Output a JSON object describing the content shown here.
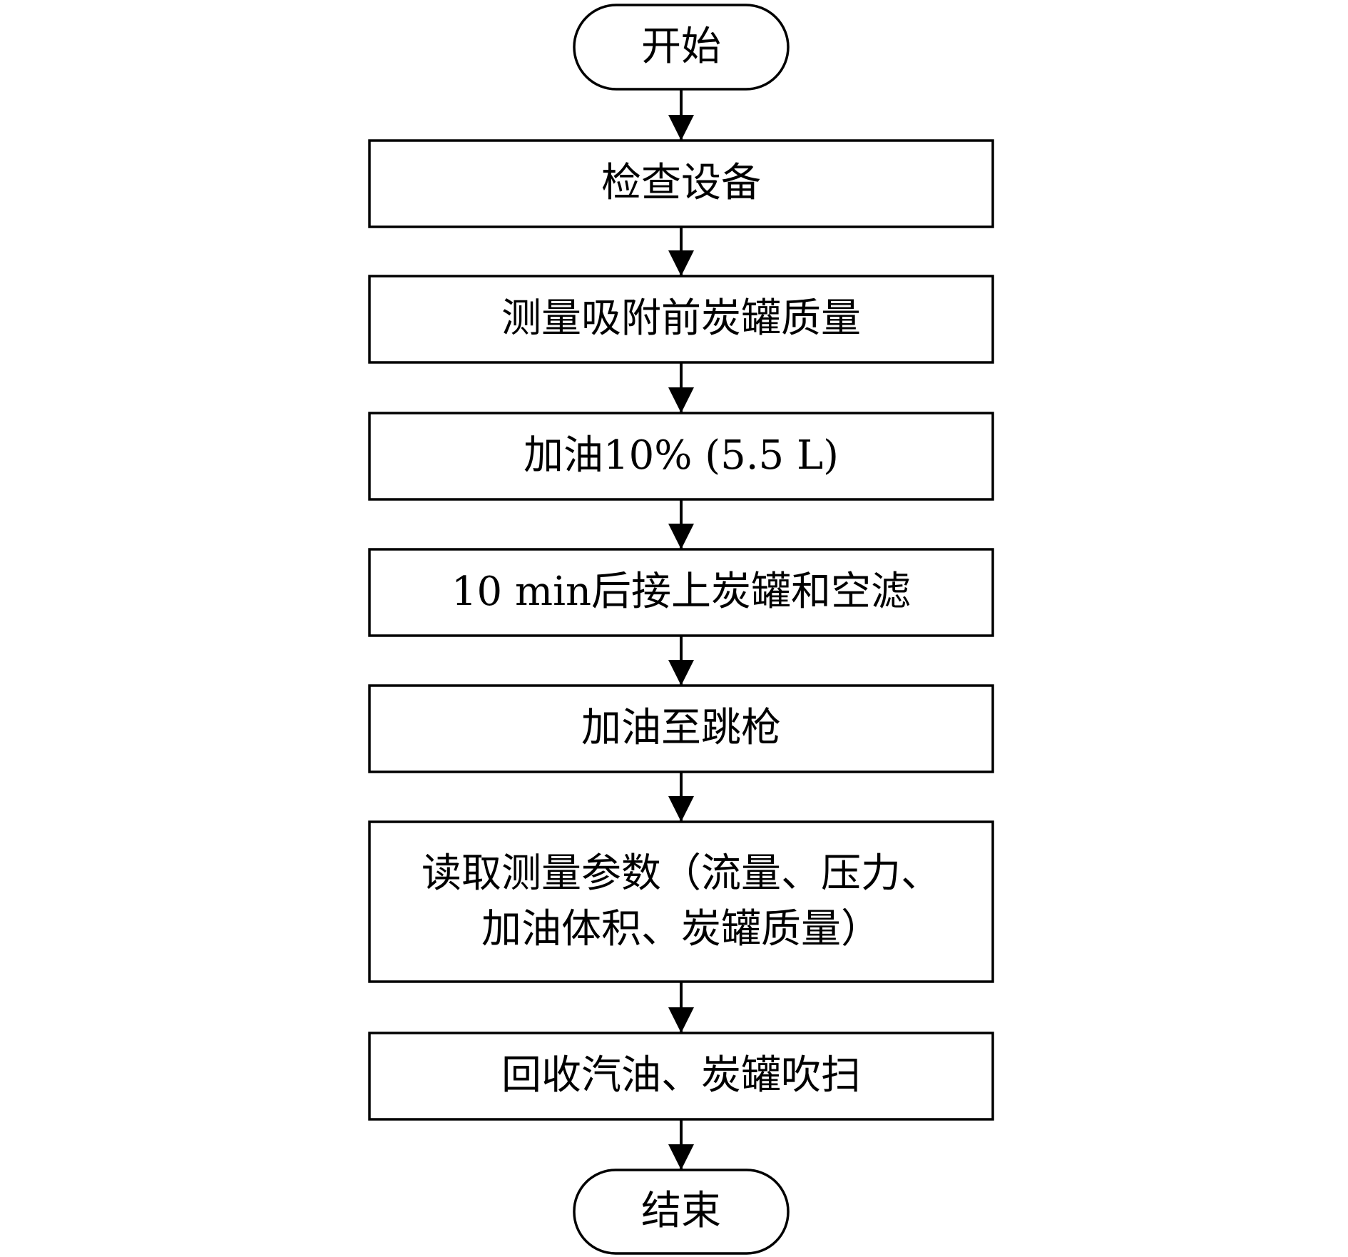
{
  "flowchart": {
    "start": "开始",
    "steps": [
      "检查设备",
      "测量吸附前炭罐质量",
      "加油10% (5.5 L)",
      "10 min后接上炭罐和空滤",
      "加油至跳枪",
      "读取测量参数（流量、压力、",
      "加油体积、炭罐质量）",
      "回收汽油、炭罐吹扫"
    ],
    "end": "结束"
  }
}
